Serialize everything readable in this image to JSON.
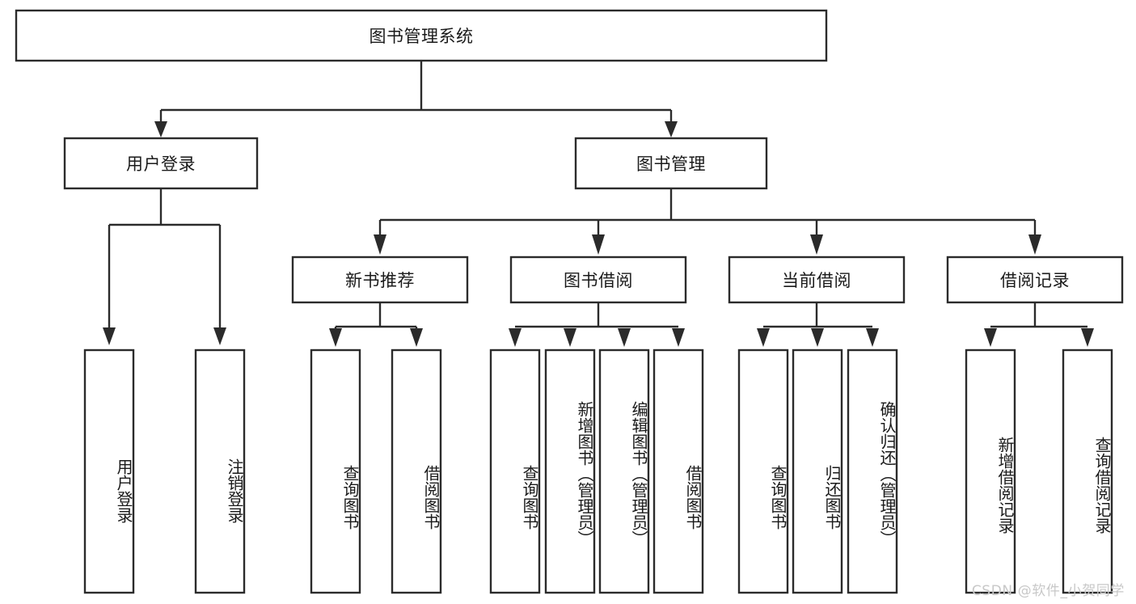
{
  "diagram": {
    "type": "tree",
    "title": "图书管理系统",
    "orientation": "top-down",
    "colors": {
      "box_stroke": "#2b2b2b",
      "box_fill": "#ffffff",
      "text": "#1a1a1a",
      "background": "#ffffff",
      "watermark": "#c8c8c8"
    },
    "nodes": {
      "root": {
        "label": "图书管理系统",
        "level": 0
      },
      "level1": [
        {
          "id": "user-login",
          "label": "用户登录"
        },
        {
          "id": "book-management",
          "label": "图书管理"
        }
      ],
      "level2": [
        {
          "id": "new-book-recommend",
          "label": "新书推荐",
          "parent": "book-management"
        },
        {
          "id": "book-borrow",
          "label": "图书借阅",
          "parent": "book-management"
        },
        {
          "id": "current-borrow",
          "label": "当前借阅",
          "parent": "book-management"
        },
        {
          "id": "borrow-record",
          "label": "借阅记录",
          "parent": "book-management"
        }
      ],
      "leaves": [
        {
          "id": "leaf-user-login",
          "label": "用户登录",
          "parent": "user-login"
        },
        {
          "id": "leaf-user-logout",
          "label": "注销登录",
          "parent": "user-login"
        },
        {
          "id": "leaf-query-book-1",
          "label": "查询图书",
          "parent": "new-book-recommend"
        },
        {
          "id": "leaf-borrow-book-1",
          "label": "借阅图书",
          "parent": "new-book-recommend"
        },
        {
          "id": "leaf-query-book-2",
          "label": "查询图书",
          "parent": "book-borrow"
        },
        {
          "id": "leaf-add-book",
          "label": "新增图书（管理员）",
          "parent": "book-borrow"
        },
        {
          "id": "leaf-edit-book",
          "label": "编辑图书（管理员）",
          "parent": "book-borrow"
        },
        {
          "id": "leaf-borrow-book-2",
          "label": "借阅图书",
          "parent": "book-borrow"
        },
        {
          "id": "leaf-query-book-3",
          "label": "查询图书",
          "parent": "current-borrow"
        },
        {
          "id": "leaf-return-book",
          "label": "归还图书",
          "parent": "current-borrow"
        },
        {
          "id": "leaf-confirm-return",
          "label": "确认归还（管理员）",
          "parent": "current-borrow"
        },
        {
          "id": "leaf-add-record",
          "label": "新增借阅记录",
          "parent": "borrow-record"
        },
        {
          "id": "leaf-query-record",
          "label": "查询借阅记录",
          "parent": "borrow-record"
        }
      ]
    }
  },
  "watermark": {
    "text": "CSDN @软件_小贺同学"
  }
}
